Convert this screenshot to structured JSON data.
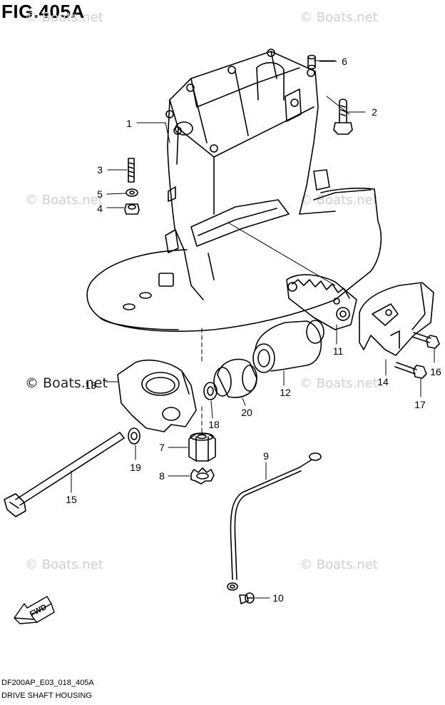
{
  "figure": {
    "title": "FIG.405A",
    "code": "DF200AP_E03_018_405A",
    "subtitle": "DRIVE SHAFT HOUSING"
  },
  "watermark": {
    "text": "© Boats.net",
    "main_text": "© Boats.net"
  },
  "direction_arrow": {
    "label": "FWD"
  },
  "callouts": [
    "1",
    "2",
    "3",
    "4",
    "5",
    "6",
    "7",
    "8",
    "9",
    "10",
    "11",
    "12",
    "13",
    "14",
    "15",
    "16",
    "17",
    "18",
    "19",
    "20"
  ]
}
